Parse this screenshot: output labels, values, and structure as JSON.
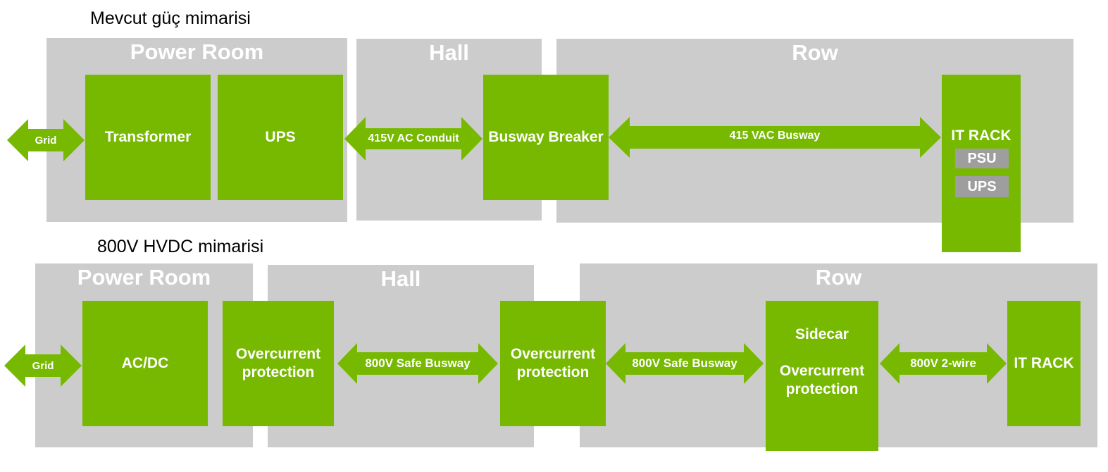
{
  "colors": {
    "zone": "#cccccc",
    "block": "#76b900",
    "chip": "#9e9e9e",
    "text": "#ffffff"
  },
  "current": {
    "title": "Mevcut güç mimarisi",
    "zones": {
      "power_room": "Power Room",
      "hall": "Hall",
      "row": "Row"
    },
    "grid": "Grid",
    "transformer": "Transformer",
    "ups": "UPS",
    "ac_conduit": "415V AC Conduit",
    "busway_breaker": "Busway Breaker",
    "vac_busway": "415 VAC Busway",
    "it_rack": {
      "label": "IT RACK",
      "psu": "PSU",
      "ups": "UPS"
    }
  },
  "hvdc": {
    "title": "800V HVDC mimarisi",
    "zones": {
      "power_room": "Power Room",
      "hall": "Hall",
      "row": "Row"
    },
    "grid": "Grid",
    "acdc": "AC/DC",
    "overcurrent_1": [
      "Overcurrent",
      "protection"
    ],
    "safe_busway_1": "800V Safe Busway",
    "overcurrent_2": [
      "Overcurrent",
      "protection"
    ],
    "safe_busway_2": "800V Safe Busway",
    "sidecar": {
      "label": "Sidecar",
      "line1": "Overcurrent",
      "line2": "protection"
    },
    "two_wire": "800V 2-wire",
    "it_rack": "IT RACK"
  }
}
